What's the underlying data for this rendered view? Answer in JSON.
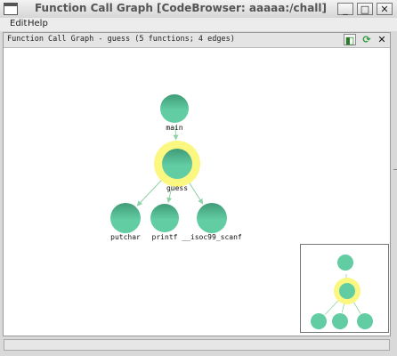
{
  "window": {
    "title": "Function Call Graph [CodeBrowser: aaaaa:/chall]",
    "minimize_label": "_",
    "maximize_label": "□",
    "close_label": "✕"
  },
  "menu": [
    {
      "label": "Edit"
    },
    {
      "label": "Help"
    }
  ],
  "panel": {
    "title": "Function Call Graph - guess (5 functions; 4 edges)",
    "toolbar": [
      {
        "icon": "graph-view-icon",
        "glyph": "◧"
      },
      {
        "icon": "refresh-icon",
        "glyph": "⟳"
      },
      {
        "icon": "close-icon",
        "glyph": "✕"
      }
    ]
  },
  "graph": {
    "nodes": [
      {
        "id": "main",
        "label": "main",
        "selected": false
      },
      {
        "id": "guess",
        "label": "guess",
        "selected": true
      },
      {
        "id": "putchar",
        "label": "putchar",
        "selected": false
      },
      {
        "id": "printf",
        "label": "printf",
        "selected": false
      },
      {
        "id": "isoc99_scanf",
        "label": "__isoc99_scanf",
        "selected": false
      }
    ],
    "edges": [
      {
        "from": "main",
        "to": "guess"
      },
      {
        "from": "guess",
        "to": "putchar"
      },
      {
        "from": "guess",
        "to": "printf"
      },
      {
        "from": "guess",
        "to": "isoc99_scanf"
      }
    ],
    "colors": {
      "node_fill": "#62cca3",
      "node_shade": "#3f9c78",
      "selection_halo": "#fbf781",
      "edge": "#8fd2a6"
    }
  }
}
